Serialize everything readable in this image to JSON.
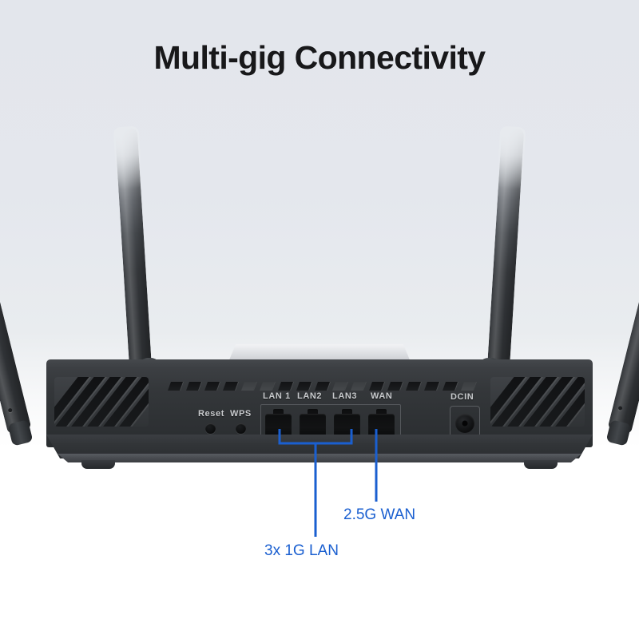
{
  "page": {
    "title": "Multi-gig Connectivity",
    "background_top": "#e3e6ec",
    "background_bottom": "#ffffff"
  },
  "device": {
    "type": "wifi-router",
    "view": "rear-panel",
    "body_color": "#34373a",
    "antenna_count": 4,
    "feet_count": 2
  },
  "rear_panel": {
    "buttons": [
      {
        "name": "reset",
        "label": "Reset"
      },
      {
        "name": "wps",
        "label": "WPS"
      }
    ],
    "ports": [
      {
        "name": "lan1",
        "label": "LAN 1",
        "type": "rj45"
      },
      {
        "name": "lan2",
        "label": "LAN2",
        "type": "rj45"
      },
      {
        "name": "lan3",
        "label": "LAN3",
        "type": "rj45"
      },
      {
        "name": "wan",
        "label": "WAN",
        "type": "rj45"
      }
    ],
    "power": {
      "name": "dc-in",
      "label": "DCIN",
      "type": "barrel-jack"
    }
  },
  "callouts": {
    "color": "#1a5fd0",
    "items": [
      {
        "id": "lan-callout",
        "label": "3x 1G LAN",
        "targets": [
          "lan1",
          "lan2",
          "lan3"
        ]
      },
      {
        "id": "wan-callout",
        "label": "2.5G WAN",
        "targets": [
          "wan"
        ]
      }
    ]
  }
}
